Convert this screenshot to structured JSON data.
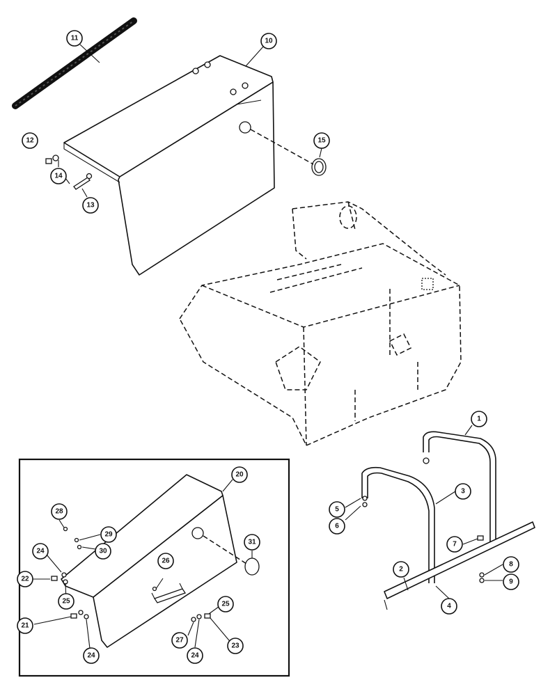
{
  "callouts": {
    "c1": "1",
    "c2": "2",
    "c3": "3",
    "c4": "4",
    "c5": "5",
    "c6": "6",
    "c7": "7",
    "c8": "8",
    "c9": "9",
    "c10": "10",
    "c11": "11",
    "c12": "12",
    "c13": "13",
    "c14": "14",
    "c15": "15",
    "c20": "20",
    "c21": "21",
    "c22": "22",
    "c23": "23",
    "c24a": "24",
    "c24b": "24",
    "c24c": "24",
    "c25a": "25",
    "c25b": "25",
    "c26": "26",
    "c27": "27",
    "c28": "28",
    "c29": "29",
    "c30": "30",
    "c31": "31"
  }
}
